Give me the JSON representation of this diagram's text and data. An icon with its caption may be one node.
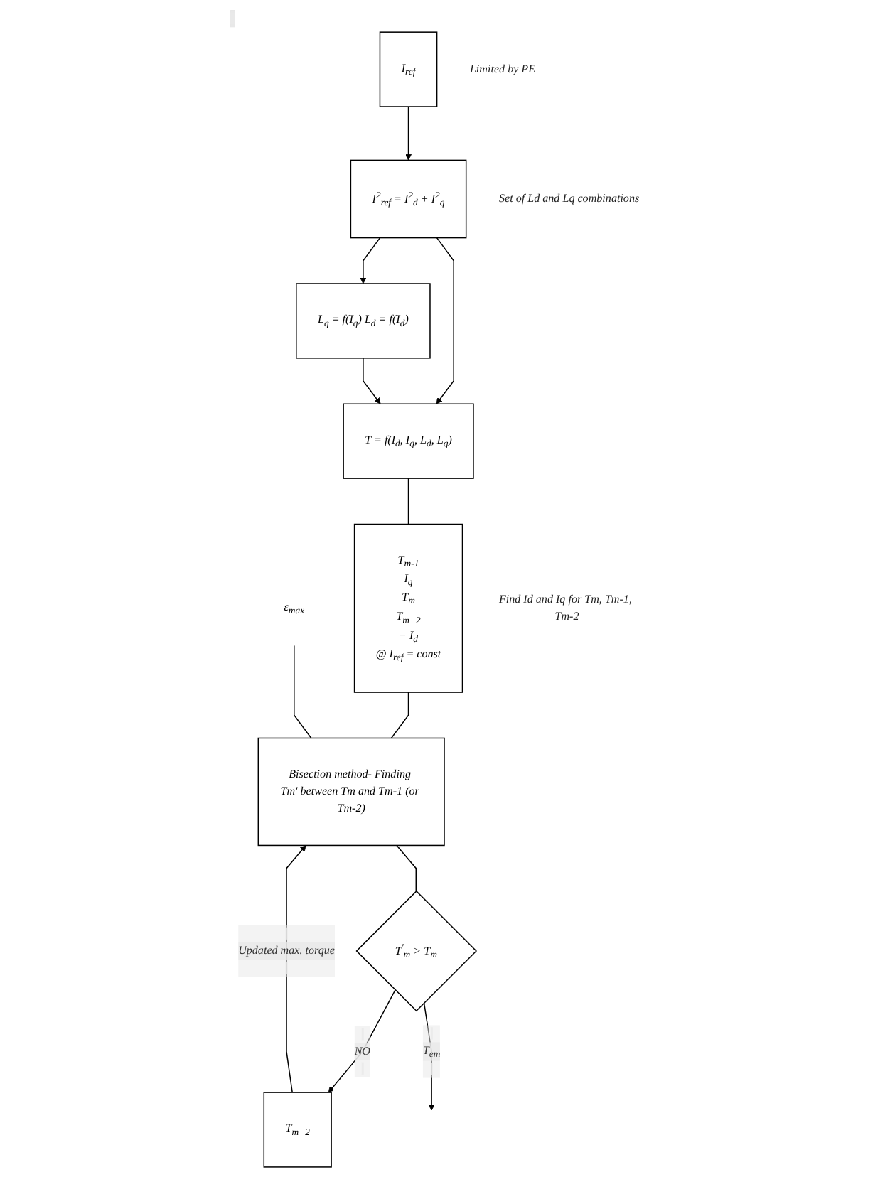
{
  "diagram": {
    "nodes": [
      {
        "text": [
          "I$_{ref}$"
        ],
        "beside": [
          "Limited by PE"
        ]
      },
      {
        "text": [
          "L$_{q}$ = f(I$_{q}$) L$_{d}$ = f(I$_{d}$)"
        ]
      },
      {
        "text": [
          "I$^{2}$$_{ref}$ = I$^{2}$$_{d}$ + I$^{2}$$_{q}$"
        ],
        "beside": [
          "Set of Ld and Lq combinations"
        ]
      },
      {
        "text": [
          "T = f(I$_{d}$, I$_{q}$, L$_{d}$, L$_{q}$)"
        ]
      },
      {
        "text": [
          "T$_{m-1}$",
          "I$_{q}$",
          "T$_{m}$",
          "T$_{m−2}$",
          "− I$_{d}$",
          "@ I$_{ref}$ = const"
        ],
        "beside": [
          "Find Id and Iq for Tm, Tm-1, Tm-2"
        ]
      },
      {
        "text": [
          "ε$_{max}$"
        ]
      },
      {
        "text": [
          "Bisection method- Finding Tm' between Tm and Tm-1 (or Tm-2)"
        ]
      },
      {
        "text": [
          "T$^{'}$$_{m}$ > T$_{m}$"
        ]
      },
      {
        "text": [
          "T$_{m−2}$"
        ]
      }
    ],
    "edges": [
      {
        "from": 0,
        "to": 2,
        "arrow": "to"
      },
      {
        "from": 2,
        "to": 1,
        "arrow": "to"
      },
      {
        "from": 2,
        "to": 3,
        "arrow": "to"
      },
      {
        "from": 1,
        "to": 3,
        "arrow": "to"
      },
      {
        "from": 3,
        "to": 4,
        "arrow": "none"
      },
      {
        "from": 4,
        "to": 6,
        "arrow": "none"
      },
      {
        "from": 5,
        "to": 6,
        "arrow": "none"
      },
      {
        "from": 6,
        "to": 7,
        "arrow": "none"
      },
      {
        "from": 7,
        "to": 8,
        "arrow": "to",
        "label": "NO"
      },
      {
        "from": 8,
        "to": 6,
        "arrow": "to",
        "label": "Updated max. torque"
      },
      {
        "from": 7,
        "to": null,
        "arrow": "to",
        "label": "T$_{em}$"
      }
    ]
  }
}
